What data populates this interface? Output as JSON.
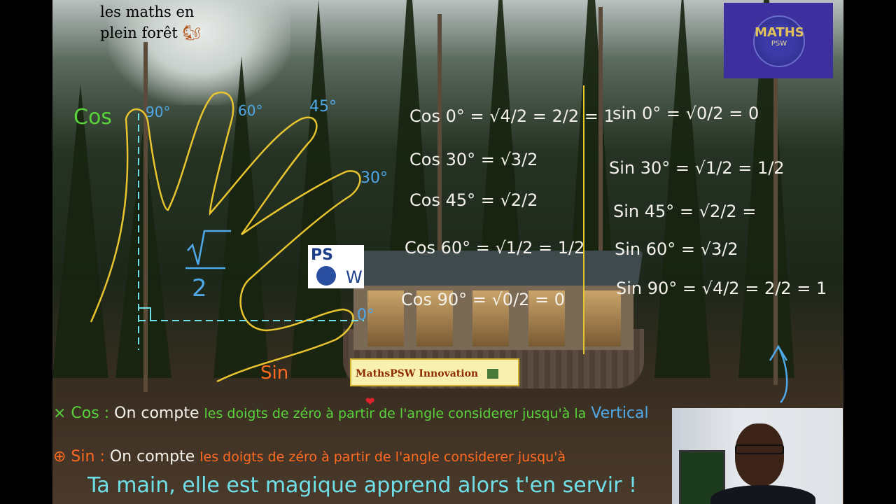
{
  "header": {
    "title_line1": "les maths en",
    "title_line2": "plein forêt",
    "squirrel_icon": "🐿"
  },
  "logo": {
    "brand": "MATHS",
    "sub": "PSW",
    "bg": "#3d2f9d"
  },
  "psw_logo": {
    "top": "PS",
    "bottom": "W"
  },
  "hand": {
    "cos": "Cos",
    "sin": "Sin",
    "fraction_num": "√",
    "fraction_den": "2",
    "angles": [
      "90°",
      "60°",
      "45°",
      "30°",
      "0°"
    ]
  },
  "cos_formulas": [
    {
      "lhs": "Cos 0°",
      "eq": "= √4/2 = 2/2 = 1"
    },
    {
      "lhs": "Cos 30°",
      "eq": "= √3/2"
    },
    {
      "lhs": "Cos 45°",
      "eq": "= √2/2"
    },
    {
      "lhs": "Cos 60°",
      "eq": "= √1/2 = 1/2"
    },
    {
      "lhs": "Cos 90°",
      "eq": "= √0/2 = 0"
    }
  ],
  "sin_formulas": [
    {
      "lhs": "sin 0°",
      "eq": "= √0/2 = 0"
    },
    {
      "lhs": "Sin 30°",
      "eq": "= √1/2 = 1/2"
    },
    {
      "lhs": "Sin 45°",
      "eq": "= √2/2 ="
    },
    {
      "lhs": "Sin 60°",
      "eq": "= √3/2"
    },
    {
      "lhs": "Sin 90°",
      "eq": "= √4/2 = 2/2 = 1"
    }
  ],
  "innovation": {
    "label": "MathsPSW Innovation",
    "heart": "❤"
  },
  "rules": {
    "cos_prefix": "× Cos :",
    "cos_text1": "On compte",
    "cos_text2": "les doigts de zéro à partir de l'angle considerer jusqu'à la",
    "cos_end": "Vertical",
    "sin_prefix": "⊕ Sin :",
    "sin_text1": "On compte",
    "sin_text2": "les doigts de zéro à partir de l'angle considerer jusqu'à",
    "footer": "Ta main, elle est magique apprend alors t'en servir !"
  },
  "colors": {
    "green": "#58d43a",
    "orange": "#ff6a1f",
    "blue": "#4fa9e8",
    "yellow": "#e8c52e",
    "cyan": "#6fe0e8",
    "white": "#f3f1ea"
  }
}
